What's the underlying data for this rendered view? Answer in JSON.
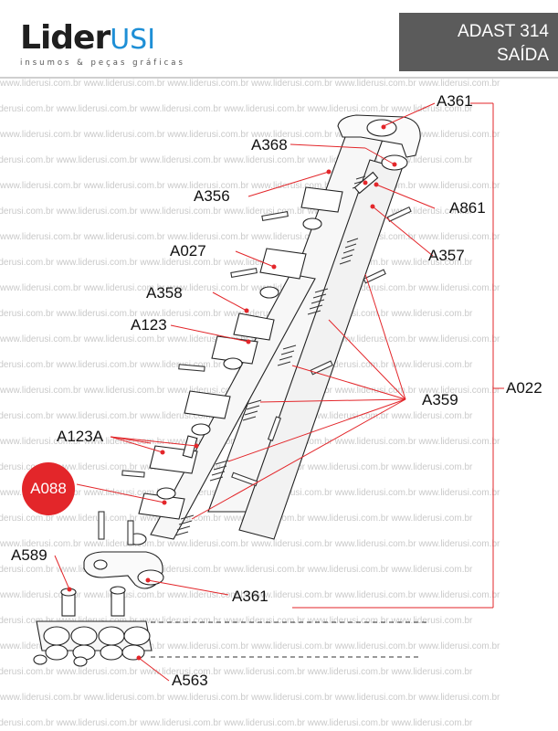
{
  "brand": {
    "name_part1": "Lider",
    "name_part2": "USI",
    "tagline": "insumos & peças gráficas"
  },
  "title": {
    "line1": "ADAST 314",
    "line2": "SAÍDA"
  },
  "watermark": "www.liderusi.com.br",
  "callouts": {
    "a361_top": "A361",
    "a368": "A368",
    "a356": "A356",
    "a861": "A861",
    "a027": "A027",
    "a357": "A357",
    "a358": "A358",
    "a123": "A123",
    "a359": "A359",
    "a022": "A022",
    "a123a": "A123A",
    "a088": "A088",
    "a589": "A589",
    "a361_bottom": "A361",
    "a563": "A563"
  },
  "colors": {
    "leader_line": "#e3262a",
    "badge": "#e3262a",
    "title_box": "#5b5b5b",
    "brand_accent": "#1e8fd6"
  }
}
